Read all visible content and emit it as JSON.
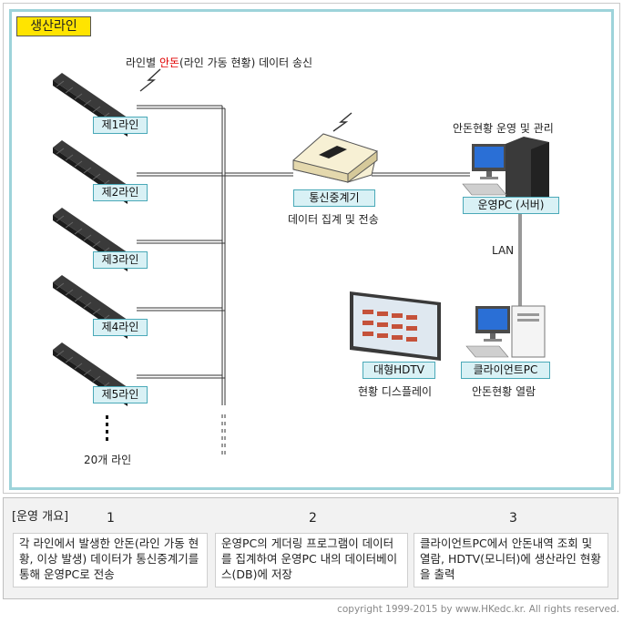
{
  "title": "생산라인",
  "top_caption": {
    "pre": "라인별 ",
    "highlight": "안돈",
    "post": "(라인 가동 현황) 데이터 송신"
  },
  "lines": [
    "제1라인",
    "제2라인",
    "제3라인",
    "제4라인",
    "제5라인"
  ],
  "lines_more": "20개 라인",
  "relay": {
    "label": "통신중계기",
    "sub": "데이터 집계 및 전송"
  },
  "server": {
    "caption": "안돈현황 운영 및 관리",
    "label": "운영PC (서버)"
  },
  "lan": "LAN",
  "hdtv": {
    "label": "대형HDTV",
    "sub": "현황 디스플레이"
  },
  "client": {
    "label": "클라이언트PC",
    "sub": "안돈현황 열람"
  },
  "overview": {
    "title": "[운영 개요]",
    "steps": [
      {
        "num": "1",
        "text": "각 라인에서 발생한 안돈(라인 가동 현황, 이상 발생) 데이터가 통신중계기를 통해 운영PC로 전송"
      },
      {
        "num": "2",
        "text": "운영PC의 게더링 프로그램이 데이터를 집계하여 운영PC 내의 데이터베이스(DB)에 저장"
      },
      {
        "num": "3",
        "text": "클라이언트PC에서 안돈내역 조회 및 열람, HDTV(모니터)에 생산라인 현황을 출력"
      }
    ]
  },
  "copyright": "copyright 1999-2015 by www.HKedc.kr. All rights reserved."
}
